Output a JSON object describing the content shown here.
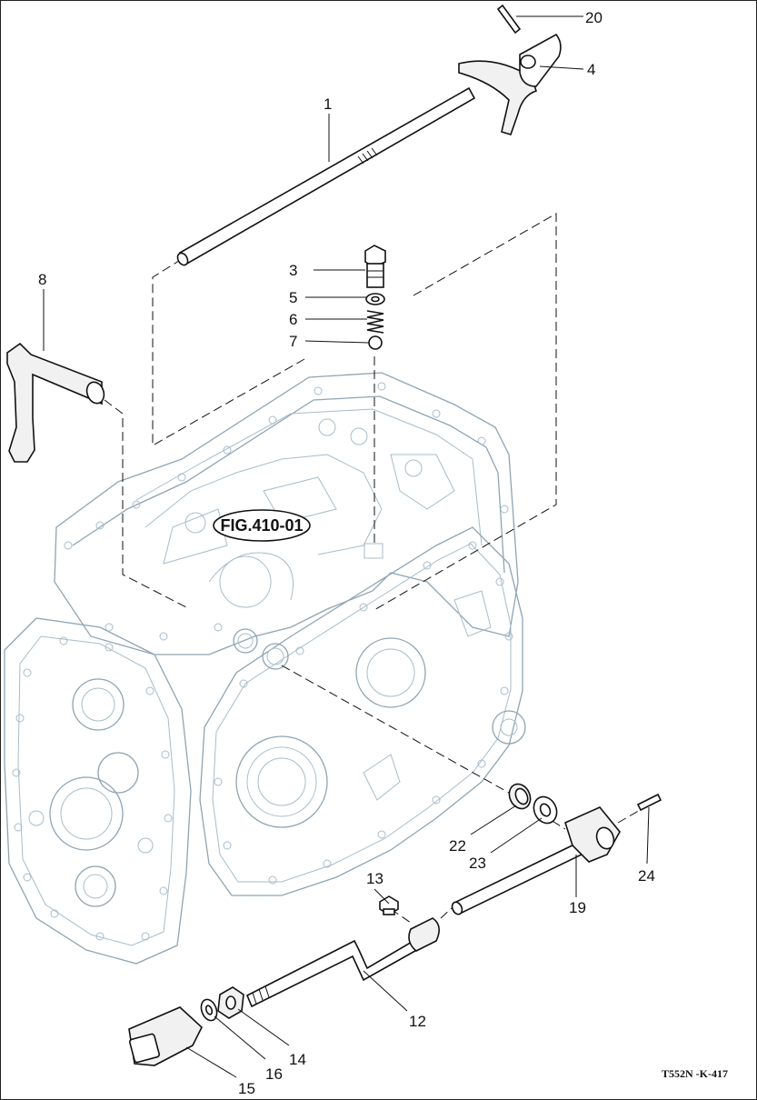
{
  "figure_reference": "FIG.410-01",
  "drawing_code": "T552N -K-417",
  "callouts": [
    {
      "num": "1"
    },
    {
      "num": "3"
    },
    {
      "num": "4"
    },
    {
      "num": "5"
    },
    {
      "num": "6"
    },
    {
      "num": "7"
    },
    {
      "num": "8"
    },
    {
      "num": "12"
    },
    {
      "num": "13"
    },
    {
      "num": "14"
    },
    {
      "num": "15"
    },
    {
      "num": "16"
    },
    {
      "num": "19"
    },
    {
      "num": "20"
    },
    {
      "num": "22"
    },
    {
      "num": "23"
    },
    {
      "num": "24"
    }
  ]
}
